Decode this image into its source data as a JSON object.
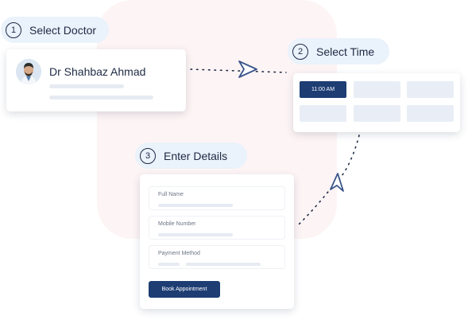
{
  "steps": [
    {
      "number": "1",
      "label": "Select Doctor"
    },
    {
      "number": "2",
      "label": "Select Time"
    },
    {
      "number": "3",
      "label": "Enter Details"
    }
  ],
  "doctor": {
    "name": "Dr Shahbaz Ahmad",
    "avatar_icon": "doctor-avatar-icon"
  },
  "time_slots": {
    "selected": "11:00 AM",
    "selected_color": "#1d3d73"
  },
  "form": {
    "fields": [
      {
        "label": "Full Name"
      },
      {
        "label": "Mobile Number"
      },
      {
        "label": "Payment Method"
      }
    ],
    "submit_label": "Book Appointment"
  },
  "colors": {
    "accent": "#1d3d73",
    "text": "#1e2a44",
    "pill_bg": "#eaf2fb",
    "blob_bg": "#fdf4f5"
  },
  "icons": {
    "arrow": "send-arrow-icon"
  }
}
